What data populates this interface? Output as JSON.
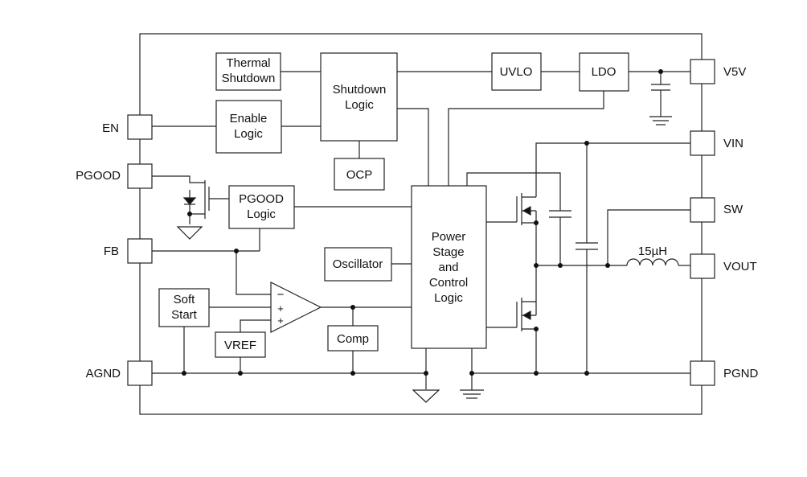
{
  "blocks": {
    "thermal_shutdown": [
      "Thermal",
      "Shutdown"
    ],
    "enable_logic": [
      "Enable",
      "Logic"
    ],
    "shutdown_logic": [
      "Shutdown",
      "Logic"
    ],
    "ocp": "OCP",
    "uvlo": "UVLO",
    "ldo": "LDO",
    "pgood_logic": [
      "PGOOD",
      "Logic"
    ],
    "oscillator": "Oscillator",
    "power_stage": [
      "Power",
      "Stage",
      "and",
      "Control",
      "Logic"
    ],
    "soft_start": [
      "Soft",
      "Start"
    ],
    "vref": "VREF",
    "comp": "Comp"
  },
  "pins": {
    "en": "EN",
    "pgood": "PGOOD",
    "fb": "FB",
    "agnd": "AGND",
    "v5v": "V5V",
    "vin": "VIN",
    "sw": "SW",
    "vout": "VOUT",
    "pgnd": "PGND"
  },
  "inductor_label": "15µH",
  "amp_signs": [
    "−",
    "+",
    "+"
  ]
}
